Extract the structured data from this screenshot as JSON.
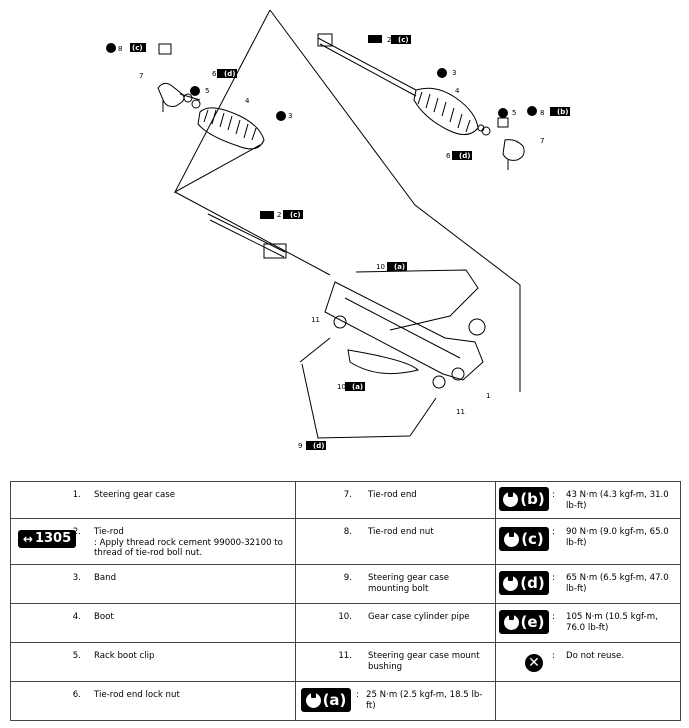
{
  "diagram": {
    "callouts": {
      "c1": "1",
      "c2a": "2",
      "c2b": "2",
      "c3a": "3",
      "c3b": "3",
      "c4a": "4",
      "c4b": "4",
      "c5a": "5",
      "c5b": "5",
      "c6a": "6",
      "c6b": "6",
      "c7a": "7",
      "c7b": "7",
      "c8a": "8",
      "c8b": "8",
      "c9": "9",
      "c10a": "10",
      "c10b": "10",
      "c11a": "11",
      "c11b": "11"
    },
    "torque_marks": {
      "a": "(a)",
      "b": "(b)",
      "c": "(c)",
      "d": "(d)"
    },
    "cement_code": "1305"
  },
  "legend": {
    "rows": [
      {
        "n": "1.",
        "label": "Steering gear case",
        "n2": "7.",
        "label2": "Tie-rod end",
        "tq_mark": "(b)",
        "tq": "43 N·m (4.3 kgf-m, 31.0 lb-ft)"
      },
      {
        "n": "2.",
        "label": "Tie-rod",
        "note": ": Apply thread rock cement 99000-32100 to thread of tie-rod boll nut.",
        "badge": "1305",
        "n2": "8.",
        "label2": "Tie-rod end nut",
        "tq_mark": "(c)",
        "tq": "90 N·m (9.0 kgf-m, 65.0 lb-ft)"
      },
      {
        "n": "3.",
        "label": "Band",
        "n2": "9.",
        "label2": "Steering gear case mounting bolt",
        "tq_mark": "(d)",
        "tq": "65 N·m (6.5 kgf-m, 47.0 lb-ft)"
      },
      {
        "n": "4.",
        "label": "Boot",
        "n2": "10.",
        "label2": "Gear case cylinder pipe",
        "tq_mark": "(e)",
        "tq": "105 N·m (10.5 kgf-m, 76.0 lb-ft)"
      },
      {
        "n": "5.",
        "label": "Rack boot clip",
        "n2": "11.",
        "label2": "Steering gear case mount bushing",
        "tq": "Do not reuse."
      },
      {
        "n": "6.",
        "label": "Tie-rod end lock nut",
        "tq_mark": "(a)",
        "tq": "25 N·m (2.5 kgf-m, 18.5 lb-ft)"
      }
    ],
    "colon": ":"
  }
}
